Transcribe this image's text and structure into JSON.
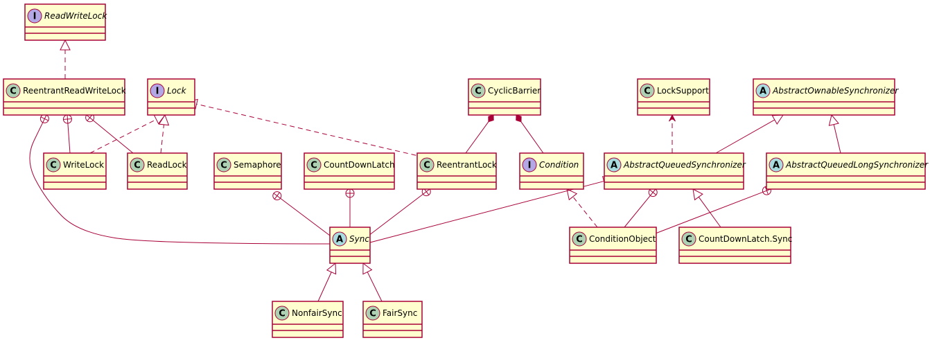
{
  "colors": {
    "box_fill": "#FEFECE",
    "border": "#A80036",
    "badge_class": "#ADD1B2",
    "badge_interface": "#B4A7E5",
    "badge_abstract": "#A9DCDF"
  },
  "badges": {
    "class": "C",
    "interface": "I",
    "abstract": "A"
  },
  "classes": [
    {
      "id": "ReadWriteLock",
      "kind": "interface",
      "label": "ReadWriteLock"
    },
    {
      "id": "ReentrantReadWriteLock",
      "kind": "class",
      "label": "ReentrantReadWriteLock"
    },
    {
      "id": "Lock",
      "kind": "interface",
      "label": "Lock"
    },
    {
      "id": "CyclicBarrier",
      "kind": "class",
      "label": "CyclicBarrier"
    },
    {
      "id": "LockSupport",
      "kind": "class",
      "label": "LockSupport"
    },
    {
      "id": "AbstractOwnableSynchronizer",
      "kind": "abstract",
      "label": "AbstractOwnableSynchronizer"
    },
    {
      "id": "WriteLock",
      "kind": "class",
      "label": "WriteLock"
    },
    {
      "id": "ReadLock",
      "kind": "class",
      "label": "ReadLock"
    },
    {
      "id": "Semaphore",
      "kind": "class",
      "label": "Semaphore"
    },
    {
      "id": "CountDownLatch",
      "kind": "class",
      "label": "CountDownLatch"
    },
    {
      "id": "ReentrantLock",
      "kind": "class",
      "label": "ReentrantLock"
    },
    {
      "id": "Condition",
      "kind": "interface",
      "label": "Condition"
    },
    {
      "id": "AbstractQueuedSynchronizer",
      "kind": "abstract",
      "label": "AbstractQueuedSynchronizer"
    },
    {
      "id": "AbstractQueuedLongSynchronizer",
      "kind": "abstract",
      "label": "AbstractQueuedLongSynchronizer"
    },
    {
      "id": "Sync",
      "kind": "abstract",
      "label": "Sync"
    },
    {
      "id": "ConditionObject",
      "kind": "class",
      "label": "ConditionObject"
    },
    {
      "id": "CountDownLatchSync",
      "kind": "class",
      "label": "CountDownLatch.Sync"
    },
    {
      "id": "NonfairSync",
      "kind": "class",
      "label": "NonfairSync"
    },
    {
      "id": "FairSync",
      "kind": "class",
      "label": "FairSync"
    }
  ],
  "relations": [
    {
      "from": "ReentrantReadWriteLock",
      "to": "ReadWriteLock",
      "type": "realization"
    },
    {
      "from": "WriteLock",
      "to": "Lock",
      "type": "realization"
    },
    {
      "from": "ReadLock",
      "to": "Lock",
      "type": "realization"
    },
    {
      "from": "ReentrantLock",
      "to": "Lock",
      "type": "realization"
    },
    {
      "from": "ConditionObject",
      "to": "Condition",
      "type": "realization"
    },
    {
      "from": "WriteLock",
      "to": "ReentrantReadWriteLock",
      "type": "nested"
    },
    {
      "from": "ReadLock",
      "to": "ReentrantReadWriteLock",
      "type": "nested"
    },
    {
      "from": "Sync",
      "to": "ReentrantReadWriteLock",
      "type": "nested"
    },
    {
      "from": "Sync",
      "to": "Semaphore",
      "type": "nested"
    },
    {
      "from": "Sync",
      "to": "CountDownLatch",
      "type": "nested"
    },
    {
      "from": "Sync",
      "to": "ReentrantLock",
      "type": "nested"
    },
    {
      "from": "ConditionObject",
      "to": "AbstractQueuedSynchronizer",
      "type": "nested"
    },
    {
      "from": "ConditionObject",
      "to": "AbstractQueuedLongSynchronizer",
      "type": "nested"
    },
    {
      "from": "ReentrantLock",
      "to": "CyclicBarrier",
      "type": "composition"
    },
    {
      "from": "Condition",
      "to": "CyclicBarrier",
      "type": "composition"
    },
    {
      "from": "AbstractQueuedSynchronizer",
      "to": "LockSupport",
      "type": "dependency"
    },
    {
      "from": "AbstractQueuedSynchronizer",
      "to": "AbstractOwnableSynchronizer",
      "type": "extension"
    },
    {
      "from": "AbstractQueuedLongSynchronizer",
      "to": "AbstractOwnableSynchronizer",
      "type": "extension"
    },
    {
      "from": "Sync",
      "to": "AbstractQueuedSynchronizer",
      "type": "extension"
    },
    {
      "from": "CountDownLatchSync",
      "to": "AbstractQueuedSynchronizer",
      "type": "extension"
    },
    {
      "from": "NonfairSync",
      "to": "Sync",
      "type": "extension"
    },
    {
      "from": "FairSync",
      "to": "Sync",
      "type": "extension"
    }
  ]
}
